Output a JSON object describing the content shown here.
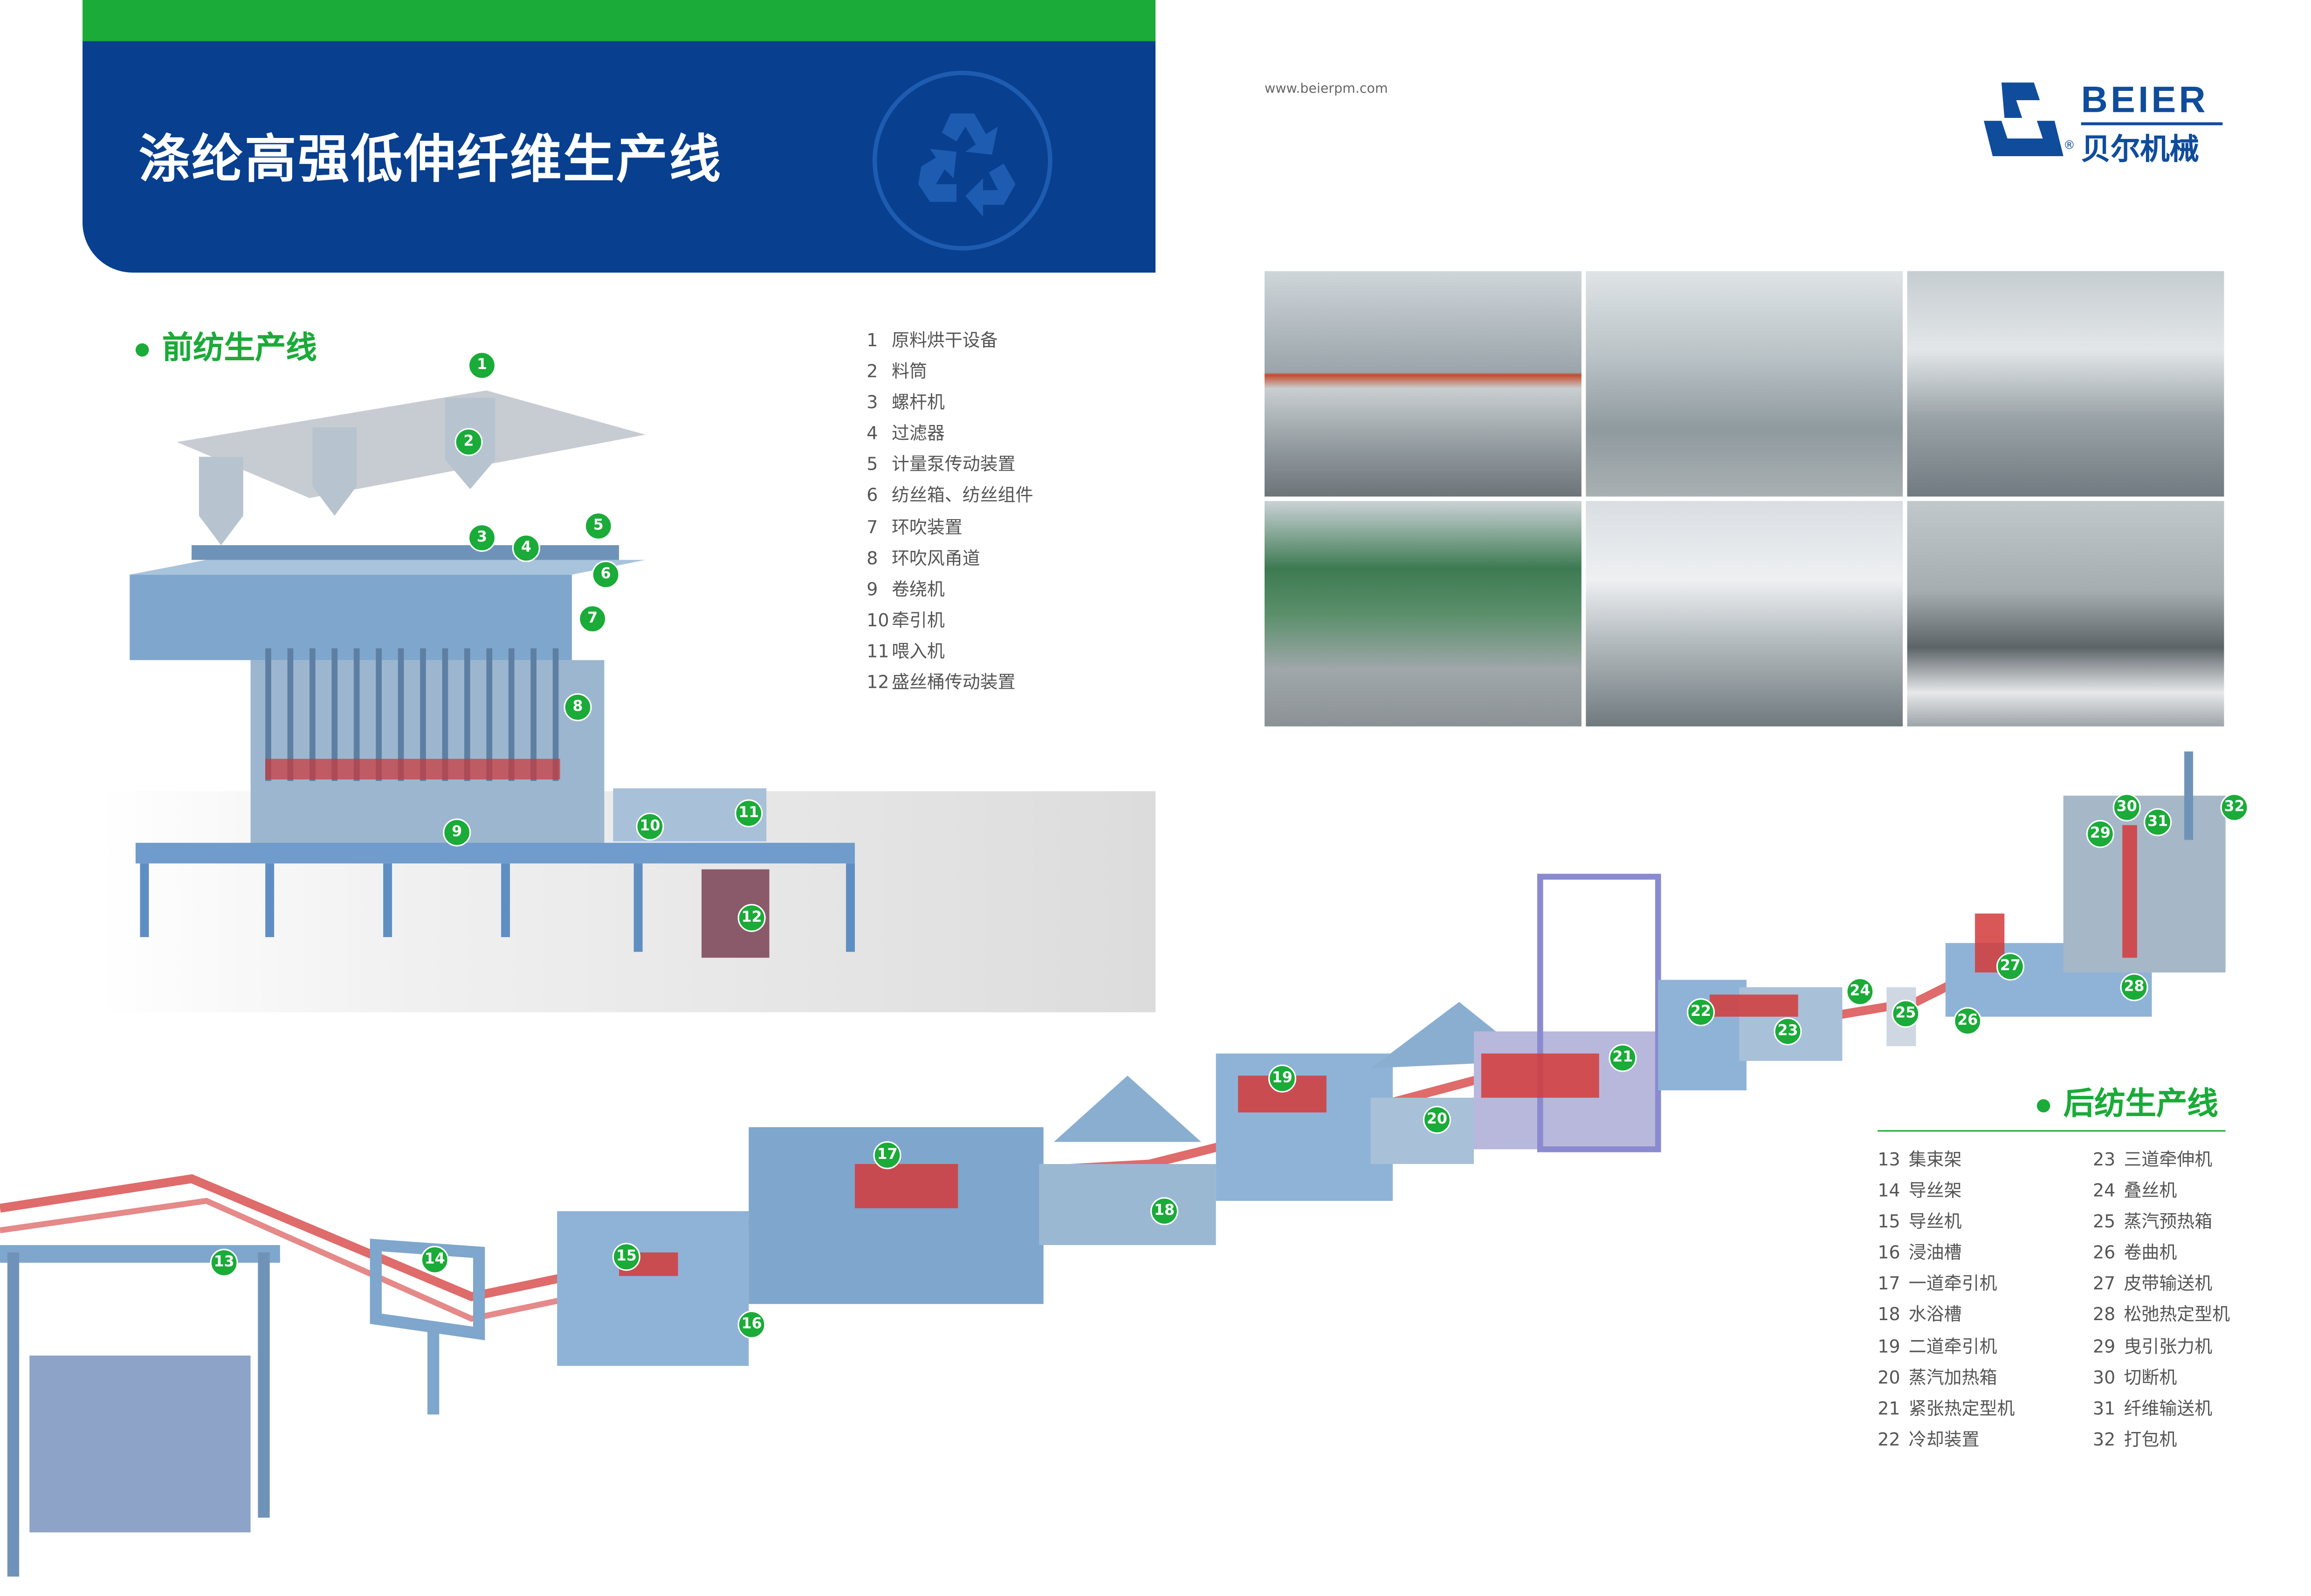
{
  "header": {
    "title": "涤纶高强低伸纤维生产线",
    "website": "www.beierpm.com"
  },
  "logo": {
    "english": "BEIER",
    "chinese": "贝尔机械",
    "registered": "®"
  },
  "colors": {
    "brand_blue": "#083f8f",
    "accent_green": "#1aab38",
    "machine_blue": "#7fa6cc",
    "fiber_red": "#d43a3a"
  },
  "front_line": {
    "title": "前纺生产线",
    "items": [
      {
        "n": "1",
        "label": "原料烘干设备"
      },
      {
        "n": "2",
        "label": "料筒"
      },
      {
        "n": "3",
        "label": "螺杆机"
      },
      {
        "n": "4",
        "label": "过滤器"
      },
      {
        "n": "5",
        "label": "计量泵传动装置"
      },
      {
        "n": "6",
        "label": "纺丝箱、纺丝组件"
      },
      {
        "n": "7",
        "label": "环吹装置"
      },
      {
        "n": "8",
        "label": "环吹风甬道"
      },
      {
        "n": "9",
        "label": "卷绕机"
      },
      {
        "n": "10",
        "label": "牵引机"
      },
      {
        "n": "11",
        "label": "喂入机"
      },
      {
        "n": "12",
        "label": "盛丝桶传动装置"
      }
    ]
  },
  "back_line": {
    "title": "后纺生产线",
    "items": [
      {
        "n": "13",
        "label": "集束架"
      },
      {
        "n": "14",
        "label": "导丝架"
      },
      {
        "n": "15",
        "label": "导丝机"
      },
      {
        "n": "16",
        "label": "浸油槽"
      },
      {
        "n": "17",
        "label": "一道牵引机"
      },
      {
        "n": "18",
        "label": "水浴槽"
      },
      {
        "n": "19",
        "label": "二道牵引机"
      },
      {
        "n": "20",
        "label": "蒸汽加热箱"
      },
      {
        "n": "21",
        "label": "紧张热定型机"
      },
      {
        "n": "22",
        "label": "冷却装置"
      },
      {
        "n": "23",
        "label": "三道牵伸机"
      },
      {
        "n": "24",
        "label": "叠丝机"
      },
      {
        "n": "25",
        "label": "蒸汽预热箱"
      },
      {
        "n": "26",
        "label": "卷曲机"
      },
      {
        "n": "27",
        "label": "皮带输送机"
      },
      {
        "n": "28",
        "label": "松弛热定型机"
      },
      {
        "n": "29",
        "label": "曳引张力机"
      },
      {
        "n": "30",
        "label": "切断机"
      },
      {
        "n": "31",
        "label": "纤维输送机"
      },
      {
        "n": "32",
        "label": "打包机"
      }
    ]
  },
  "diagram_markers": [
    "1",
    "2",
    "3",
    "4",
    "5",
    "6",
    "7",
    "8",
    "9",
    "10",
    "11",
    "12",
    "13",
    "14",
    "15",
    "16",
    "17",
    "18",
    "19",
    "20",
    "21",
    "22",
    "23",
    "24",
    "25",
    "26",
    "27",
    "28",
    "29",
    "30",
    "31",
    "32"
  ]
}
